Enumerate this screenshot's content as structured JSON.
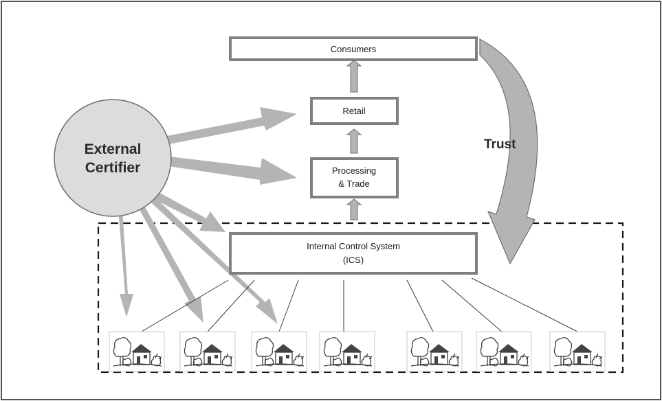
{
  "nodes": {
    "consumers": "Consumers",
    "retail": "Retail",
    "processing_line1": "Processing",
    "processing_line2": "& Trade",
    "ics_line1": "Internal Control System",
    "ics_line2": "(ICS)",
    "certifier_line1": "External",
    "certifier_line2": "Certifier"
  },
  "labels": {
    "trust": "Trust"
  },
  "farms": [
    "farm",
    "farm",
    "farm",
    "farm",
    "farm",
    "farm",
    "farm"
  ],
  "colors": {
    "arrow_fill": "#b4b4b4",
    "box_border": "#808080",
    "circle_fill": "#dcdcdc"
  }
}
